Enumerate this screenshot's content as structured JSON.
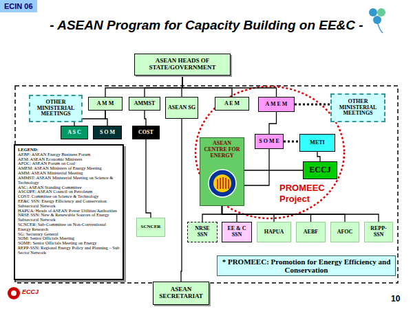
{
  "diagram": {
    "title": "- ASEAN Program for Capacity Building on EE&C -",
    "nodes": [
      {
        "text": [
          "ASEAN HEADS OF STATE/GOVERNMENT"
        ]
      },
      {
        "text": [
          "OTHER MINISTERIAL MEETINGS"
        ]
      },
      {
        "text": [
          "A M M"
        ]
      },
      {
        "text": [
          "AMMST"
        ]
      },
      {
        "text": [
          "ASEAN SG"
        ]
      },
      {
        "text": [
          "A E M"
        ]
      },
      {
        "text": [
          "A M E M"
        ]
      },
      {
        "text": [
          "OTHER MINISTERIAL MEETINGS"
        ]
      },
      {
        "text": [
          "A S C"
        ]
      },
      {
        "text": [
          "S O M"
        ]
      },
      {
        "text": [
          "COST"
        ]
      },
      {
        "text": [
          "S O M E"
        ]
      },
      {
        "text": [
          "METI"
        ]
      },
      {
        "text": [
          "ECCJ"
        ]
      },
      {
        "text": [
          "ASEAN CENTRE FOR ENERGY"
        ]
      },
      {
        "text": [
          "SCNCER"
        ]
      },
      {
        "text": [
          "NRSE SSN"
        ]
      },
      {
        "text": [
          "EE & C SSN"
        ]
      },
      {
        "text": [
          "HAPUA"
        ]
      },
      {
        "text": [
          "AEBF"
        ]
      },
      {
        "text": [
          "AFOC"
        ]
      },
      {
        "text": [
          "REPP-SSN"
        ]
      },
      {
        "text": [
          "ASEAN SECRETARIAT"
        ]
      },
      {
        "text": [
          "LEGEND:",
          "AEBF: ASEAN Energy Business Forum",
          "AEM: ASEAN Economic Ministers",
          "AFOC: ASEAN Forum on Coal",
          "AMEM: ASEAN Ministers of Energy Meeting",
          "AMM: ASEAN Ministerial Meeting",
          "AMMST: ASEAN Ministerial Meeting on Science & Technology",
          "ASC: ASEAN Standing Committee",
          "ASCOPE: ASEAN Council on Petroleum",
          "COST: Committee on Science & Technology",
          "EE&C SSN: Energy Efficiency and Conservation Subsectoral Network",
          "HAPUA: Heads of ASEAN Power Utilities/Authorities",
          "NRSE SSN: New & Renewable Sources of Energy Subsectoral Network",
          "SCNCER: Sub-Committee on Non-Conventional Energy Research",
          "SG: Secretary General",
          "SOM: Senior Officials Meeting",
          "SOME: Senior Officials Meeting on Energy",
          "REPP-SSN: Regional Energy Policy and Planning – Sub Sector Network"
        ]
      },
      {
        "text": [
          "* PROMEEC: Promotion for Energy Efficiency and Conservation"
        ]
      }
    ],
    "edges": [
      {
        "from": 0,
        "to": 2,
        "arrow": "none"
      },
      {
        "from": 0,
        "to": 3,
        "arrow": "none"
      },
      {
        "from": 0,
        "to": 4,
        "arrow": "none"
      },
      {
        "from": 0,
        "to": 5,
        "arrow": "none"
      },
      {
        "from": 0,
        "to": 6,
        "arrow": "none"
      },
      {
        "from": 2,
        "to": 8,
        "arrow": "none"
      },
      {
        "from": 2,
        "to": 9,
        "arrow": "none"
      },
      {
        "from": 3,
        "to": 10,
        "arrow": "none"
      },
      {
        "from": 6,
        "to": 11,
        "arrow": "none"
      },
      {
        "from": 6,
        "to": 7,
        "arrow": "none"
      },
      {
        "from": 11,
        "to": 12,
        "arrow": "none"
      },
      {
        "from": 12,
        "to": 13,
        "arrow": "none"
      },
      {
        "from": 13,
        "to": 14,
        "arrow": "none"
      },
      {
        "from": 11,
        "to": 14,
        "arrow": "none"
      },
      {
        "from": 10,
        "to": 15,
        "arrow": "none"
      },
      {
        "from": 4,
        "to": 22,
        "arrow": "none"
      },
      {
        "from": 14,
        "to": 16,
        "arrow": "none"
      },
      {
        "from": 14,
        "to": 17,
        "arrow": "none"
      },
      {
        "from": 14,
        "to": 18,
        "arrow": "none"
      },
      {
        "from": 14,
        "to": 19,
        "arrow": "none"
      },
      {
        "from": 14,
        "to": 20,
        "arrow": "none"
      },
      {
        "from": 14,
        "to": 21,
        "arrow": "none"
      }
    ],
    "labels": [
      "ECIN 06",
      "PROMEEC Project",
      "ECCJ",
      "10"
    ]
  }
}
